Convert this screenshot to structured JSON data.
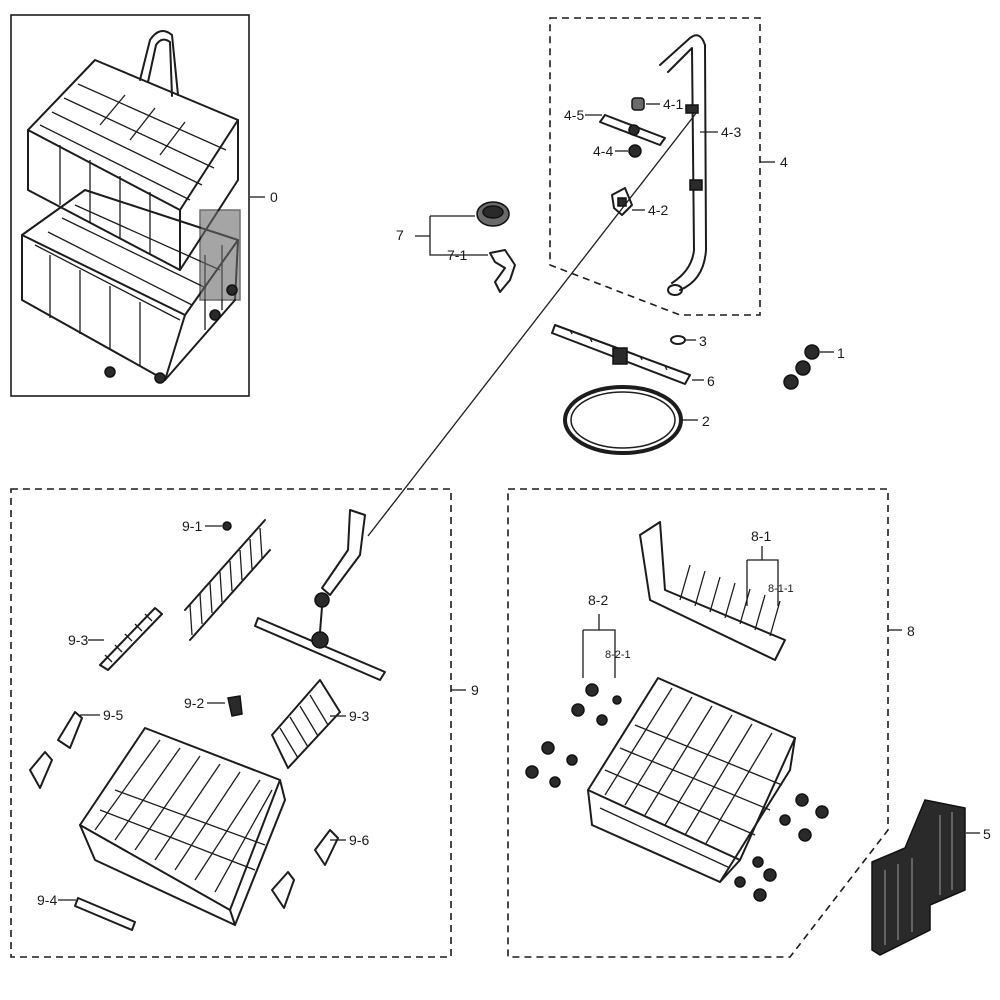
{
  "callouts": {
    "c0": "0",
    "c1": "1",
    "c2": "2",
    "c3": "3",
    "c4": "4",
    "c4_1": "4-1",
    "c4_2": "4-2",
    "c4_3": "4-3",
    "c4_4": "4-4",
    "c4_5": "4-5",
    "c5": "5",
    "c6": "6",
    "c7": "7",
    "c7_1": "7-1",
    "c8": "8",
    "c8_1": "8-1",
    "c8_1_1": "8-1-1",
    "c8_2": "8-2",
    "c8_2_1": "8-2-1",
    "c9": "9",
    "c9_1": "9-1",
    "c9_2": "9-2",
    "c9_3a": "9-3",
    "c9_3b": "9-3",
    "c9_4": "9-4",
    "c9_5": "9-5",
    "c9_6": "9-6"
  }
}
